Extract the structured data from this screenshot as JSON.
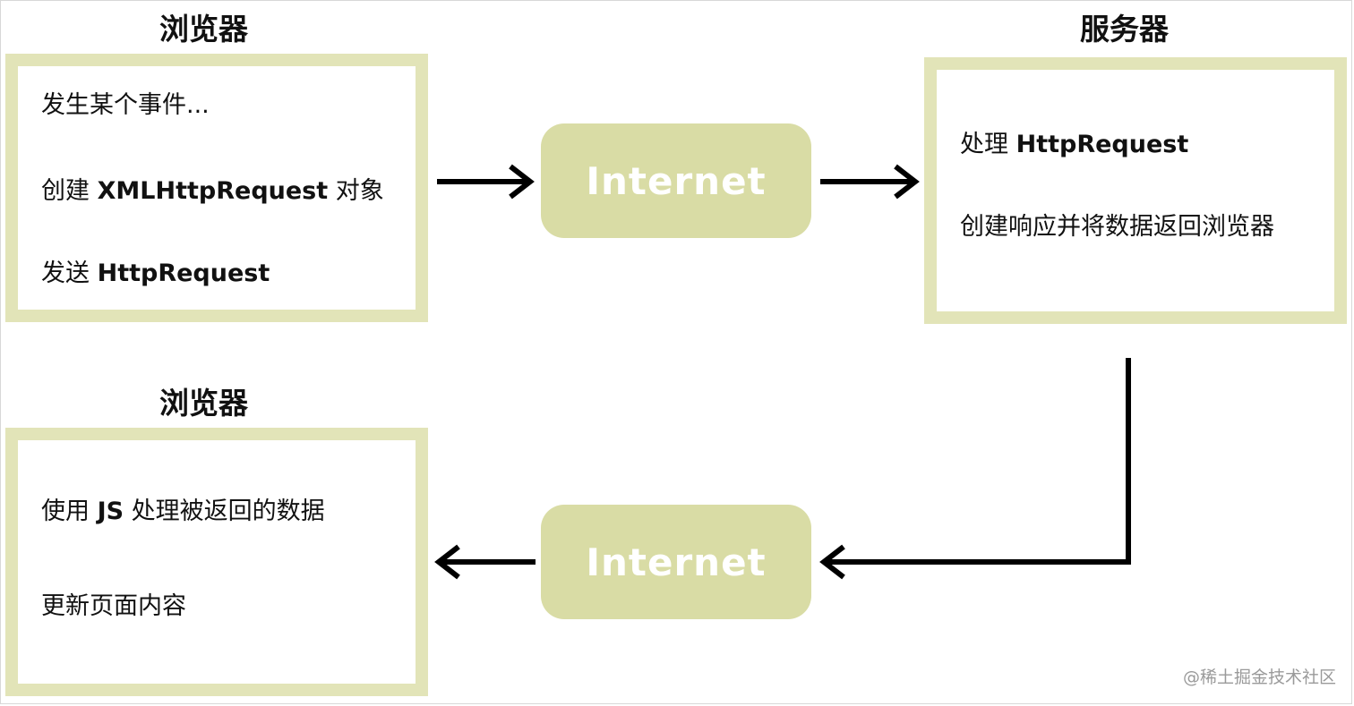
{
  "browser_top": {
    "heading": "浏览器",
    "lines": [
      {
        "pre": "发生某个事件...",
        "bold": "",
        "post": ""
      },
      {
        "pre": "创建 ",
        "bold": "XMLHttpRequest",
        "post": " 对象"
      },
      {
        "pre": "发送 ",
        "bold": "HttpRequest",
        "post": ""
      }
    ]
  },
  "server": {
    "heading": "服务器",
    "lines": [
      {
        "pre": "处理 ",
        "bold": "HttpRequest",
        "post": ""
      },
      {
        "pre": "创建响应并将数据返回浏览器",
        "bold": "",
        "post": ""
      }
    ]
  },
  "browser_bottom": {
    "heading": "浏览器",
    "lines": [
      {
        "pre": "使用 ",
        "bold": "JS",
        "post": " 处理被返回的数据"
      },
      {
        "pre": "更新页面内容",
        "bold": "",
        "post": ""
      }
    ]
  },
  "internet_top": {
    "label": "Internet"
  },
  "internet_bottom": {
    "label": "Internet"
  },
  "watermark": "@稀土掘金技术社区",
  "colors": {
    "box_border": "#e2e4b8",
    "pill_fill": "#d9dca5",
    "arrow": "#000000"
  }
}
